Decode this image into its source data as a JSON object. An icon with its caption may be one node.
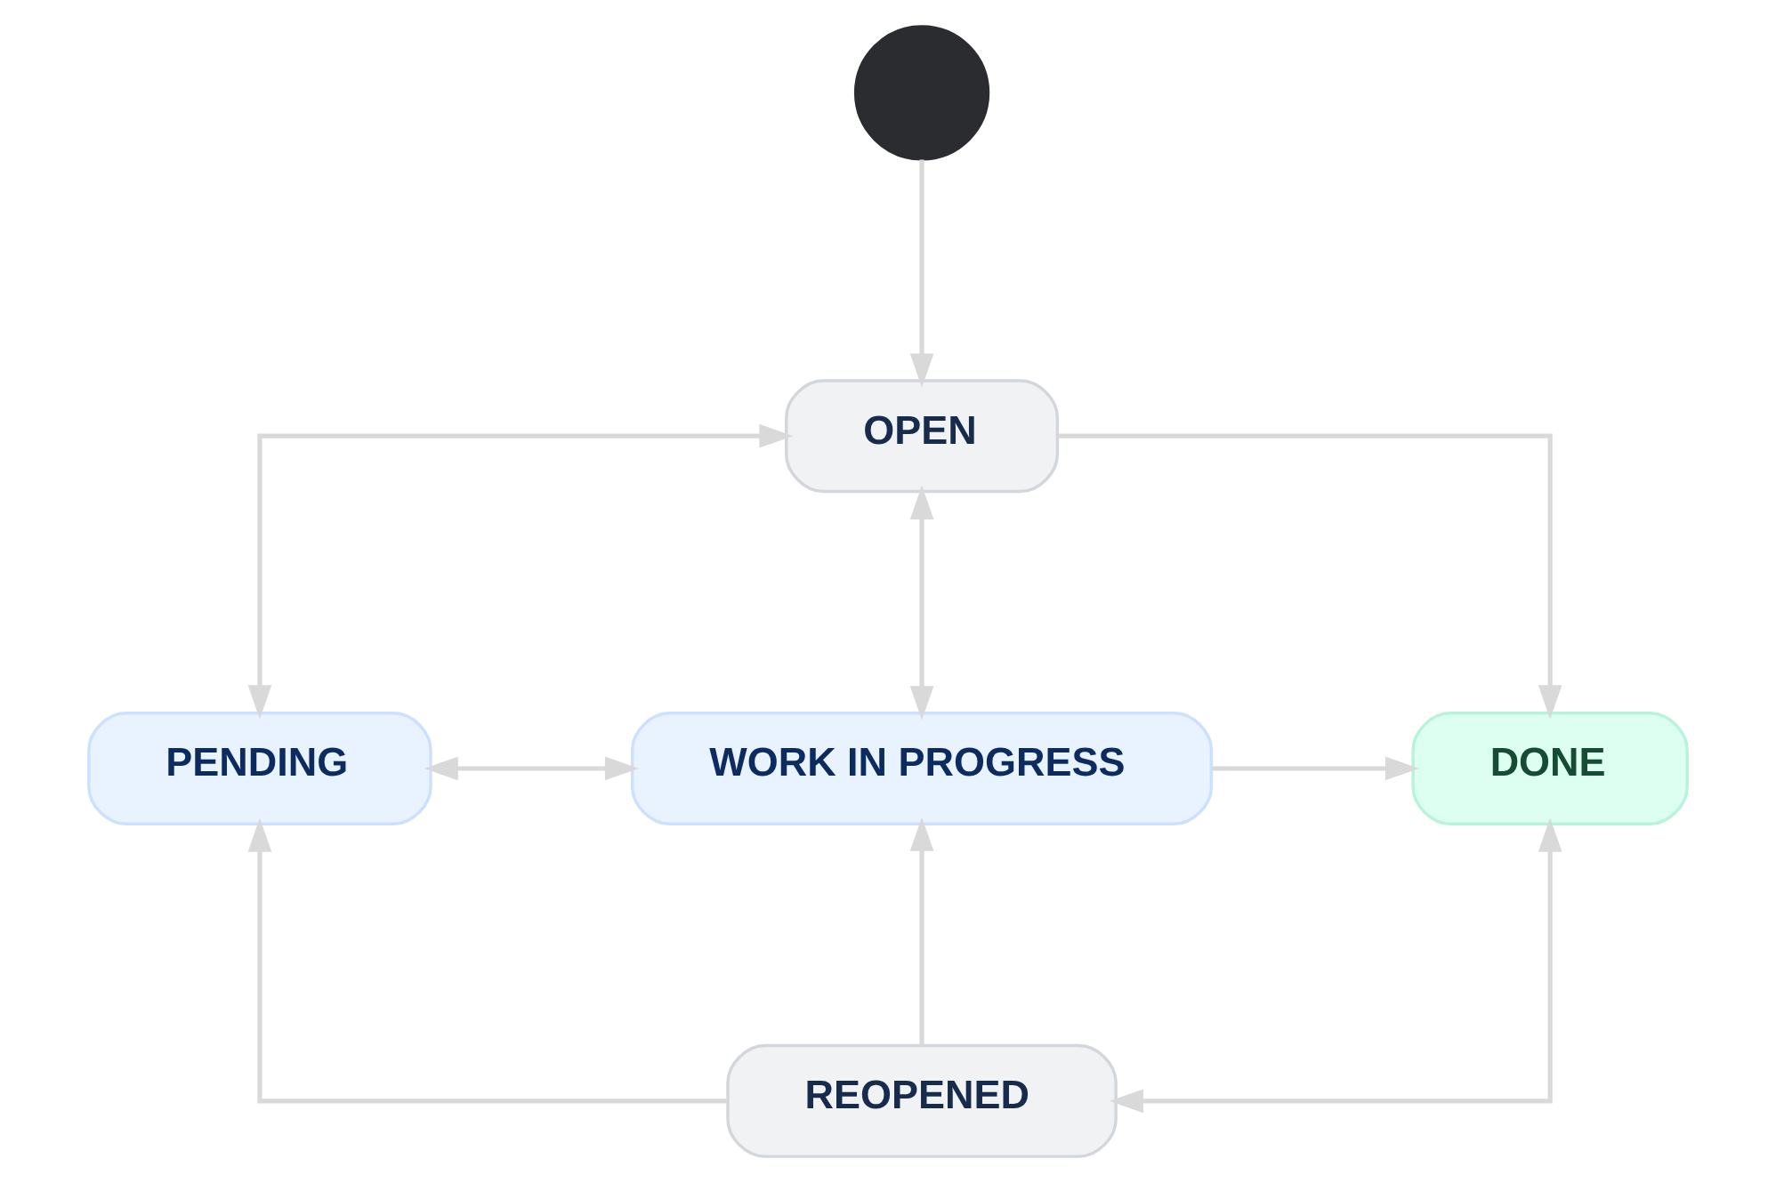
{
  "diagram": {
    "nodes": [
      {
        "text": [],
        "shape": "circle"
      },
      {
        "text": [
          "OPEN"
        ]
      },
      {
        "text": [
          "PENDING"
        ]
      },
      {
        "text": [
          "WORK IN PROGRESS"
        ]
      },
      {
        "text": [
          "DONE"
        ]
      },
      {
        "text": [
          "REOPENED"
        ]
      }
    ],
    "edges": [
      {
        "from": 0,
        "to": 1,
        "arrow": "to"
      },
      {
        "from": 2,
        "to": 1,
        "arrow": "both"
      },
      {
        "from": 1,
        "to": 4,
        "arrow": "to"
      },
      {
        "from": 1,
        "to": 3,
        "arrow": "both"
      },
      {
        "from": 2,
        "to": 3,
        "arrow": "both"
      },
      {
        "from": 3,
        "to": 4,
        "arrow": "to"
      },
      {
        "from": 5,
        "to": 2,
        "arrow": "to"
      },
      {
        "from": 5,
        "to": 3,
        "arrow": "to"
      },
      {
        "from": 4,
        "to": 5,
        "arrow": "both"
      }
    ]
  }
}
